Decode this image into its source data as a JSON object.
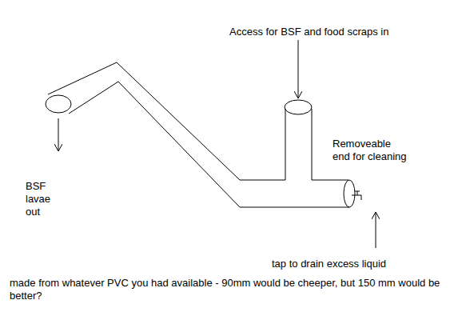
{
  "diagram": {
    "labels": [
      "Access for BSF and food scraps in",
      "Removeable end for cleaning",
      "BSF lavae out",
      "tap to drain excess liquid",
      "made from whatever PVC you had available - 90mm would be cheeper, but 150 mm would be better?"
    ]
  }
}
